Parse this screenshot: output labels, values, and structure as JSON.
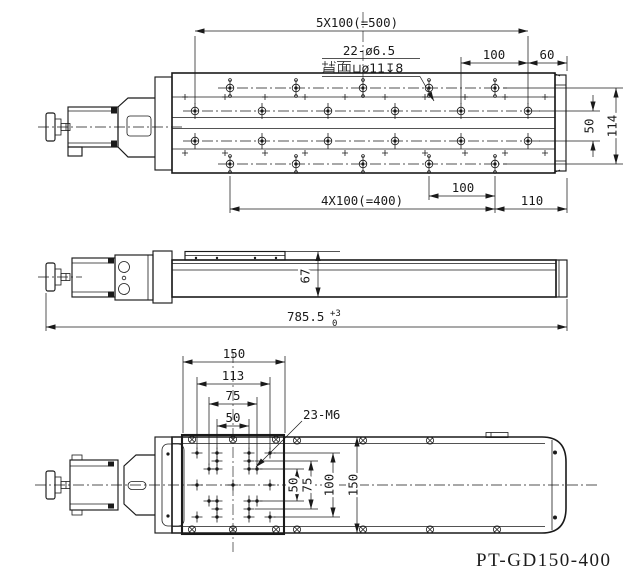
{
  "colors": {
    "ink": "#1a1a1a",
    "background": "#ffffff"
  },
  "title": {
    "part_number": "PT-GD150-400"
  },
  "top_view": {
    "dim_pitch_top": "5X100(=500)",
    "hole_note_line1": "22-ø6.5",
    "hole_note_line2_prefix": "背面",
    "hole_note_line2": "⊔ø11↧8",
    "dim_100_top": "100",
    "dim_60": "60",
    "dim_50_vertical": "50",
    "dim_114_vertical": "114",
    "dim_pitch_bottom": "4X100(=400)",
    "dim_100_bottom": "100",
    "dim_110": "110"
  },
  "side_view": {
    "dim_height_67": "67",
    "dim_length": "785.5",
    "tolerance_upper": "+3",
    "tolerance_lower": "0"
  },
  "bottom_view": {
    "dim_150_top": "150",
    "dim_113": "113",
    "dim_75_top": "75",
    "dim_50_top": "50",
    "thread_note": "23-M6",
    "dim_50_right": "50",
    "dim_75_right": "75",
    "dim_100_right": "100",
    "dim_150_right": "150"
  }
}
